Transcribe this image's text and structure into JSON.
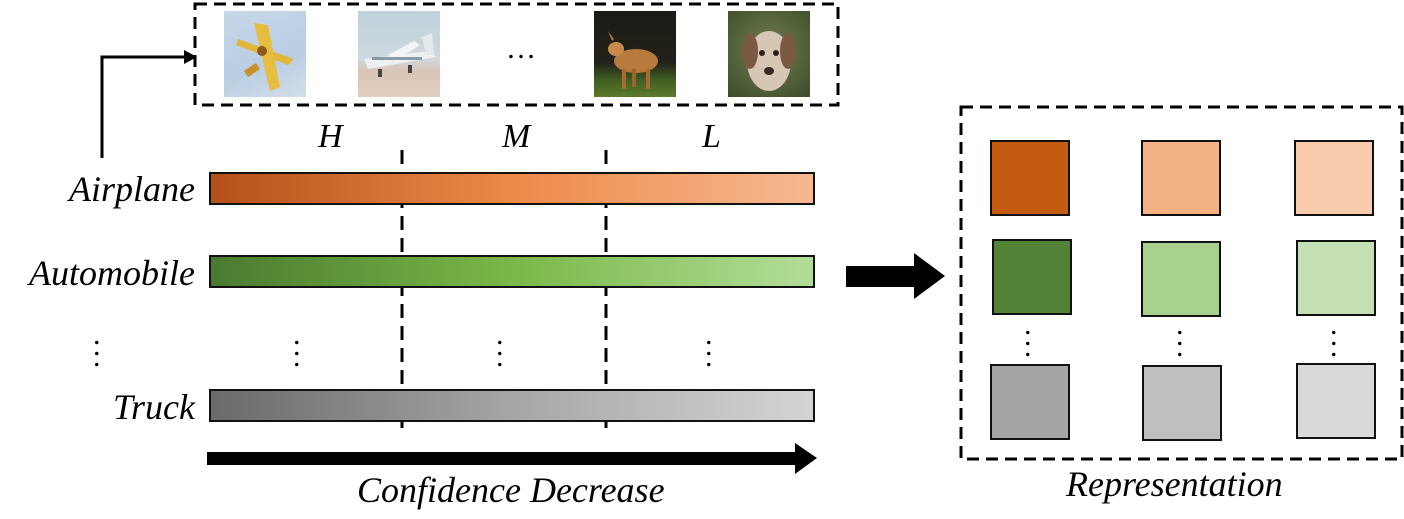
{
  "top_images": {
    "items": [
      {
        "name": "airplane-yellow-thumbnail"
      },
      {
        "name": "airplane-white-thumbnail"
      },
      {
        "name": "deer-thumbnail"
      },
      {
        "name": "dog-thumbnail"
      }
    ],
    "ellipsis": "…"
  },
  "confidence_levels": {
    "high": "H",
    "medium": "M",
    "low": "L"
  },
  "classes": [
    {
      "label": "Airplane",
      "gradient": [
        "#b55018",
        "#ee8a48",
        "#f6b892"
      ]
    },
    {
      "label": "Automobile",
      "gradient": [
        "#4a7a30",
        "#7ab848",
        "#b2dd98"
      ]
    },
    {
      "label": "Truck",
      "gradient": [
        "#6a6a6a",
        "#a6a6a6",
        "#d4d4d4"
      ]
    }
  ],
  "row_ellipsis": "⋮",
  "axis_label": "Confidence Decrease",
  "representation": {
    "label": "Representation",
    "rows": [
      [
        "#c55a11",
        "#f4b183",
        "#f8cbad"
      ],
      [
        "#538135",
        "#a9d18e",
        "#c5e0b4"
      ],
      [
        "#a5a5a5",
        "#bfbfbf",
        "#d9d9d9"
      ]
    ]
  }
}
